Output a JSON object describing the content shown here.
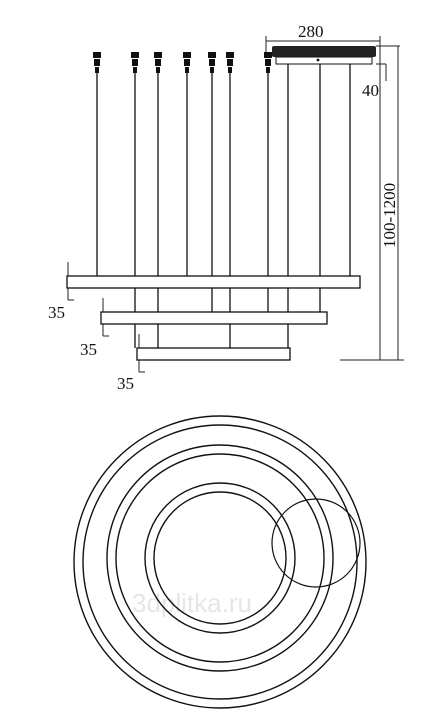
{
  "dimensions": {
    "width": "280",
    "height": "40",
    "drop": "100-1200",
    "offset_1": "35",
    "offset_2": "35",
    "offset_3": "35"
  },
  "watermark": "3dplitka.ru",
  "colors": {
    "line": "#111111",
    "watermark": "#e6e6e6"
  }
}
